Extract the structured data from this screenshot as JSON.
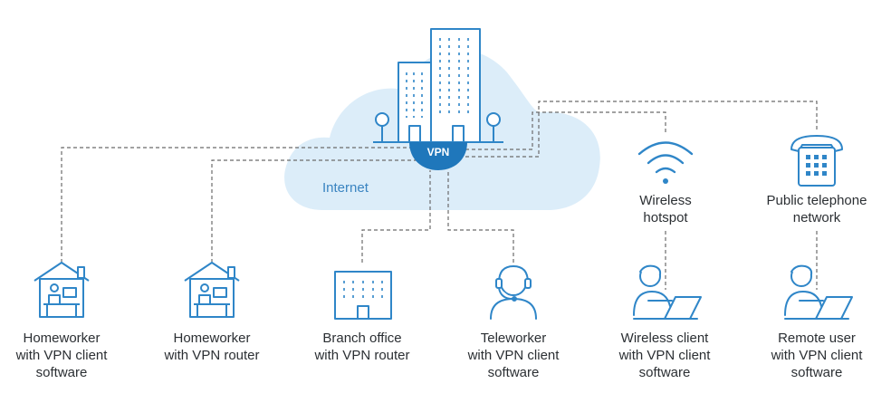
{
  "cloud_label": "Internet",
  "vpn_label": "VPN",
  "hub_labels": [
    [
      "Wireless",
      "hotspot"
    ],
    [
      "Public telephone",
      "network"
    ]
  ],
  "endpoints": [
    [
      "Homeworker",
      "with VPN client",
      "software"
    ],
    [
      "Homeworker",
      "with VPN router"
    ],
    [
      "Branch office",
      "with VPN router"
    ],
    [
      "Teleworker",
      "with VPN client",
      "software"
    ],
    [
      "Wireless client",
      "with VPN client",
      "software"
    ],
    [
      "Remote user",
      "with VPN client",
      "software"
    ]
  ],
  "colors": {
    "icon_stroke": "#2f86c8",
    "cloud_fill": "#dcedf9",
    "vpn_fill": "#1f77bb",
    "dash": "#6b6b6b"
  }
}
